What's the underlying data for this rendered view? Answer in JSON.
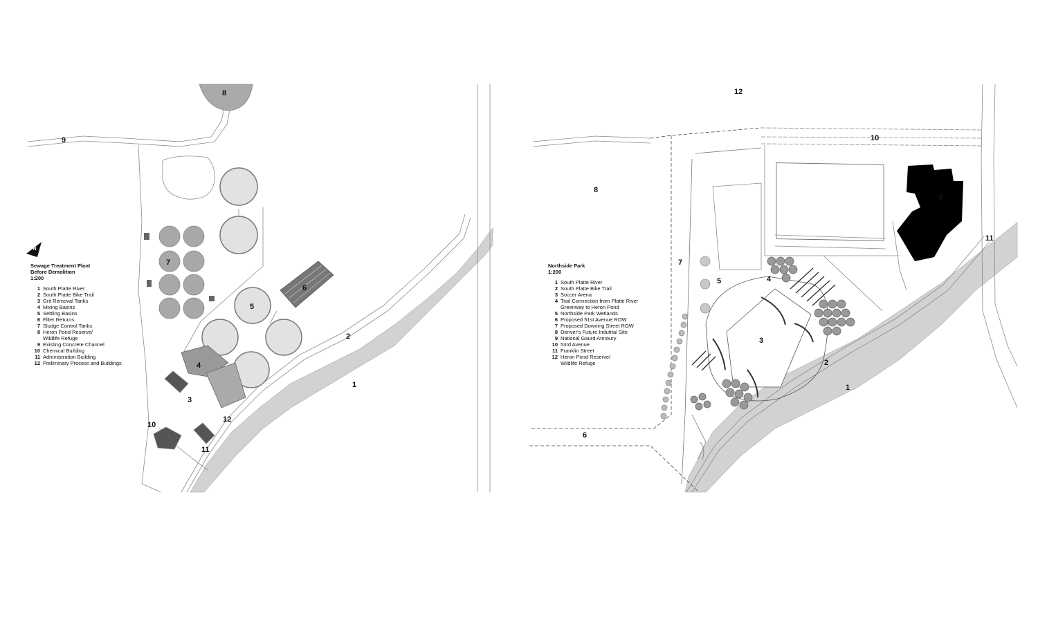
{
  "left_plan": {
    "title_line1": "Sewage Treatment Plant",
    "title_line2": "Before Demolition",
    "scale": "1:200",
    "north_label": "N",
    "legend": [
      {
        "n": "1",
        "t": "South Platte River"
      },
      {
        "n": "2",
        "t": "South Platte Bike Trail"
      },
      {
        "n": "3",
        "t": "Grit Removal Tanks"
      },
      {
        "n": "4",
        "t": "Mixing Basins"
      },
      {
        "n": "5",
        "t": "Settling Basins"
      },
      {
        "n": "6",
        "t": "Filter Returns"
      },
      {
        "n": "7",
        "t": "Sludge Control Tanks"
      },
      {
        "n": "8",
        "t": "Heron Pond Reserve/\nWildlife Refuge"
      },
      {
        "n": "9",
        "t": "Existing Concrete Channel"
      },
      {
        "n": "10",
        "t": "Chemical Building"
      },
      {
        "n": "11",
        "t": "Administration Building"
      },
      {
        "n": "12",
        "t": "Preliminary Process and Buildings"
      }
    ],
    "markers": {
      "m1": "1",
      "m2": "2",
      "m3": "3",
      "m4": "4",
      "m5": "5",
      "m6": "6",
      "m7": "7",
      "m8": "8",
      "m9": "9",
      "m10": "10",
      "m11": "11",
      "m12": "12"
    }
  },
  "right_plan": {
    "title_line1": "Northside Park",
    "scale": "1:200",
    "legend": [
      {
        "n": "1",
        "t": "South Platte River"
      },
      {
        "n": "2",
        "t": "South Platte Bike Trail"
      },
      {
        "n": "3",
        "t": "Soccer Arena"
      },
      {
        "n": "4",
        "t": "Trail Connection from Platte River\nGreenway to Heron Pond"
      },
      {
        "n": "5",
        "t": "Northside Park Wetlands"
      },
      {
        "n": "6",
        "t": "Proposed 51st Avenue ROW"
      },
      {
        "n": "7",
        "t": "Proposed Downing Street ROW"
      },
      {
        "n": "8",
        "t": "Denver's Future Indutrial Site"
      },
      {
        "n": "9",
        "t": "National Gaurd Armoury"
      },
      {
        "n": "10",
        "t": "53rd Avenue"
      },
      {
        "n": "11",
        "t": "Franklin Street"
      },
      {
        "n": "12",
        "t": "Heron Pond Reserve/\nWildlife Refuge"
      }
    ],
    "markers": {
      "m1": "1",
      "m2": "2",
      "m3": "3",
      "m4": "4",
      "m5": "5",
      "m6": "6",
      "m7": "7",
      "m8": "8",
      "m9": "9",
      "m10": "10",
      "m11": "11",
      "m12": "12"
    }
  },
  "colors": {
    "river": "#d2d2d2",
    "tank": "#c8c8c8",
    "tank_dark": "#a8a8a8",
    "building": "#555555",
    "armoury": "#000000",
    "line": "#8a8a8a"
  }
}
